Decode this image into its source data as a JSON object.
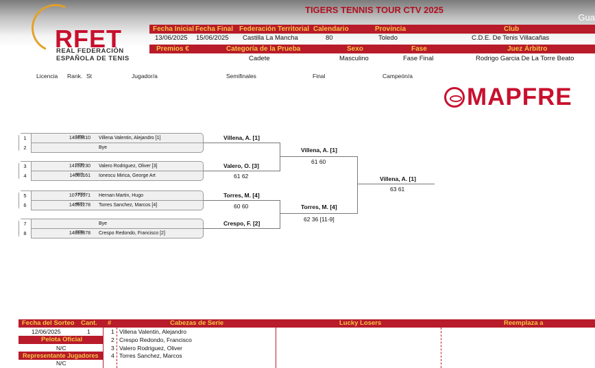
{
  "header": {
    "title": "TIGERS TENNIS TOUR CTV 2025",
    "edge_text": "Gua",
    "logo": {
      "word": "RFET",
      "line1": "REAL FEDERACIÓN",
      "line2": "ESPAÑOLA DE TENIS"
    },
    "row1_labels": [
      "Fecha Inicial",
      "Fecha Final",
      "Federación Territorial",
      "Calendario",
      "Provincia",
      "Club"
    ],
    "row1_values": [
      "13/06/2025",
      "15/06/2025",
      "Castilla La Mancha",
      "80",
      "Toledo",
      "C.D.E. De Tenis Villacañas"
    ],
    "row2_labels": [
      "Premios €",
      "Categoría de la Prueba",
      "Sexo",
      "Fase",
      "Juez Árbitro"
    ],
    "row2_values": [
      "Cadete",
      "Masculino",
      "Fase Final",
      "Rodrigo Garcia De La Torre Beato"
    ]
  },
  "columns": [
    "Licencia",
    "Rank.",
    "St",
    "Jugador/a",
    "Semifinales",
    "Final",
    "Campeón/a"
  ],
  "sponsor": "MAPFRE",
  "draw": [
    {
      "num": "1",
      "lic": "14083810",
      "rank": "1703",
      "name": "Villena Valentin, Alejandro [1]"
    },
    {
      "num": "2",
      "lic": "",
      "rank": "",
      "name": "Bye"
    },
    {
      "num": "3",
      "lic": "14102230",
      "rank": "2738",
      "name": "Valero Rodriguez, Oliver [3]"
    },
    {
      "num": "4",
      "lic": "14081161",
      "rank": "9071",
      "name": "Ionescu Mirica, George Art"
    },
    {
      "num": "5",
      "lic": "10771071",
      "rank": "13051",
      "name": "Hernan Martin, Hugo"
    },
    {
      "num": "6",
      "lic": "14081278",
      "rank": "4620",
      "name": "Torres Sanchez, Marcos [4]"
    },
    {
      "num": "7",
      "lic": "",
      "rank": "",
      "name": "Bye"
    },
    {
      "num": "8",
      "lic": "14083878",
      "rank": "2726",
      "name": "Crespo Redondo, Francisco [2]"
    }
  ],
  "semis": [
    {
      "winner": "Villena, A. [1]",
      "score": ""
    },
    {
      "winner": "Valero, O. [3]",
      "score": "61 62"
    },
    {
      "winner": "Torres, M. [4]",
      "score": "60 60"
    },
    {
      "winner": "Crespo, F. [2]",
      "score": ""
    }
  ],
  "finals": [
    {
      "winner": "Villena, A. [1]",
      "score": "61 60"
    },
    {
      "winner": "Torres, M. [4]",
      "score": "62 36 [11-9]"
    }
  ],
  "champion": {
    "winner": "Villena, A. [1]",
    "score": "63 61"
  },
  "bottom": {
    "fecha_sorteo_label": "Fecha del Sorteo",
    "cant_label": "Cant.",
    "hash_label": "#",
    "cabezas_label": "Cabezas de Serie",
    "lucky_label": "Lucky Losers",
    "reemplaza_label": "Reemplaza a",
    "fecha_sorteo": "12/06/2025",
    "cant": "1",
    "pelota_label": "Pelota Oficial",
    "pelota": "N/C",
    "representante_label": "Representante Jugadores",
    "representante": "N/C",
    "seeds": [
      {
        "n": "1",
        "name": "Villena Valentin, Alejandro"
      },
      {
        "n": "2",
        "name": "Crespo Redondo, Francisco"
      },
      {
        "n": "3",
        "name": "Valero Rodriguez, Oliver"
      },
      {
        "n": "4",
        "name": "Torres Sanchez, Marcos"
      }
    ]
  }
}
